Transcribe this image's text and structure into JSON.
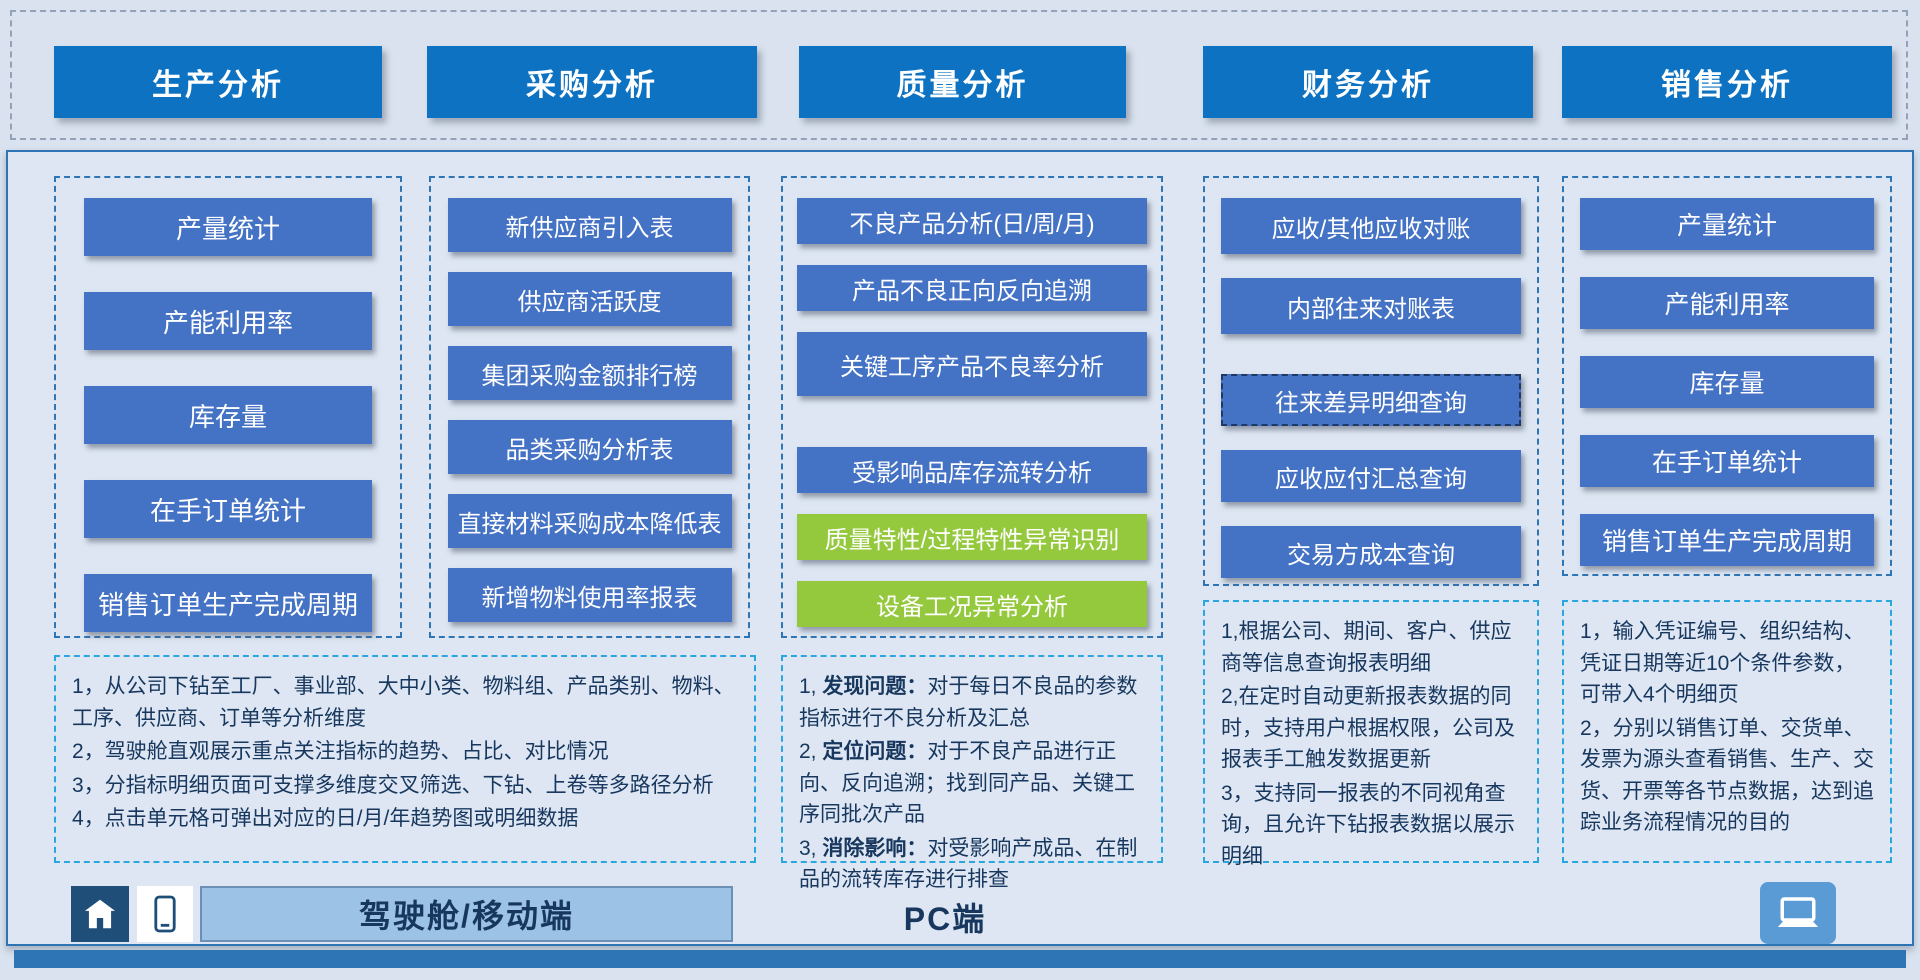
{
  "colors": {
    "header_blue": "#0d72c2",
    "button_blue": "#4472c4",
    "button_green": "#95c93d",
    "panel_border": "#2e75b6",
    "note_border": "#2aa7e0",
    "dark_navy": "#17375e",
    "mobile_bar_bg": "#9cc2e5",
    "bottom_strip": "#2e75b6"
  },
  "header": {
    "tabs": [
      {
        "label": "生产分析"
      },
      {
        "label": "采购分析"
      },
      {
        "label": "质量分析"
      },
      {
        "label": "财务分析"
      },
      {
        "label": "销售分析"
      }
    ]
  },
  "columns": [
    {
      "id": "production",
      "buttons": [
        "产量统计",
        "产能利用率",
        "库存量",
        "在手订单统计",
        "销售订单生产完成周期"
      ],
      "notes": [
        "1，从公司下钻至工厂、事业部、大中小类、物料组、产品类别、物料、工序、供应商、订单等分析维度",
        "2，驾驶舱直观展示重点关注指标的趋势、占比、对比情况",
        "3，分指标明细页面可支撑多维度交叉筛选、下钻、上卷等多路径分析",
        "4，点击单元格可弹出对应的日/月/年趋势图或明细数据"
      ]
    },
    {
      "id": "procurement",
      "buttons": [
        "新供应商引入表",
        "供应商活跃度",
        "集团采购金额排行榜",
        "品类采购分析表",
        "直接材料采购成本降低表",
        "新增物料使用率报表"
      ]
    },
    {
      "id": "quality",
      "buttons": [
        "不良产品分析(日/周/月)",
        "产品不良正向反向追溯",
        "关键工序产品不良率分析",
        "受影响品库存流转分析"
      ],
      "green_buttons": [
        "质量特性/过程特性异常识别",
        "设备工况异常分析"
      ],
      "notes": [
        {
          "pre": "1, ",
          "bold": "发现问题：",
          "rest": "对于每日不良品的参数指标进行不良分析及汇总"
        },
        {
          "pre": "2, ",
          "bold": "定位问题：",
          "rest": "对于不良产品进行正向、反向追溯；找到同产品、关键工序同批次产品"
        },
        {
          "pre": "3, ",
          "bold": "消除影响：",
          "rest": "对受影响产成品、在制品的流转库存进行排查"
        }
      ]
    },
    {
      "id": "finance",
      "buttons_top": [
        "应收/其他应收对账",
        "内部往来对账表"
      ],
      "buttons_bottom": [
        "往来差异明细查询",
        "应收应付汇总查询",
        "交易方成本查询"
      ],
      "notes": [
        "1,根据公司、期间、客户、供应商等信息查询报表明细",
        "2,在定时自动更新报表数据的同时，支持用户根据权限，公司及报表手工触发数据更新",
        "3，支持同一报表的不同视角查询，且允许下钻报表数据以展示明细"
      ]
    },
    {
      "id": "sales",
      "buttons": [
        "产量统计",
        "产能利用率",
        "库存量",
        "在手订单统计",
        "销售订单生产完成周期"
      ],
      "notes": [
        "1，输入凭证编号、组织结构、凭证日期等近10个条件参数，可带入4个明细页",
        "2，分别以销售订单、交货单、发票为源头查看销售、生产、交货、开票等各节点数据，达到追踪业务流程情况的目的"
      ]
    }
  ],
  "footer": {
    "mobile_label": "驾驶舱/移动端",
    "pc_label": "PC端",
    "icons": [
      "home-icon",
      "smartphone-icon",
      "laptop-icon"
    ]
  }
}
